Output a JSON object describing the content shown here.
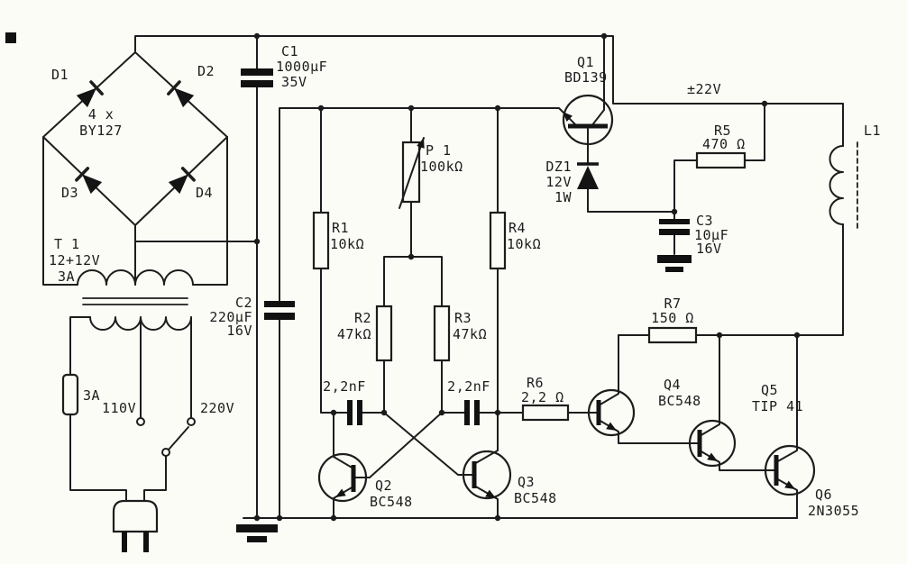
{
  "diagram": {
    "kind": "power-supply-multivibrator-schematic",
    "ink_color": "#1d1d1d",
    "paper_color": "#fcfcf7",
    "components": {
      "bridge": {
        "d1": "D1",
        "d2": "D2",
        "d3": "D3",
        "d4": "D4",
        "label_line1": "4 x",
        "label_line2": "BY127"
      },
      "c1": {
        "name": "C1",
        "value": "1000µF",
        "voltage": "35V"
      },
      "c2": {
        "name": "C2",
        "value": "220µF",
        "voltage": "16V"
      },
      "c3": {
        "name": "C3",
        "value": "10µF",
        "voltage": "16V"
      },
      "t1": {
        "name": "T 1",
        "secondary": "12+12V",
        "current": "3A"
      },
      "fuse": {
        "value": "3A"
      },
      "mains": {
        "v110": "110V",
        "v220": "220V"
      },
      "p1": {
        "name": "P 1",
        "value": "100kΩ"
      },
      "r1": {
        "name": "R1",
        "value": "10kΩ"
      },
      "r2": {
        "name": "R2",
        "value": "47kΩ"
      },
      "r3": {
        "name": "R3",
        "value": "47kΩ"
      },
      "r4": {
        "name": "R4",
        "value": "10kΩ"
      },
      "r5": {
        "name": "R5",
        "value": "470 Ω"
      },
      "r6": {
        "name": "R6",
        "value": "2,2 Ω"
      },
      "r7": {
        "name": "R7",
        "value": "150 Ω"
      },
      "c4": {
        "value": "2,2nF"
      },
      "c5": {
        "value": "2,2nF"
      },
      "q1": {
        "name": "Q1",
        "part": "BD139"
      },
      "q2": {
        "name": "Q2",
        "part": "BC548"
      },
      "q3": {
        "name": "Q3",
        "part": "BC548"
      },
      "q4": {
        "name": "Q4",
        "part": "BC548"
      },
      "q5": {
        "name": "Q5",
        "part": "TIP 41"
      },
      "q6": {
        "name": "Q6",
        "part": "2N3055"
      },
      "dz1": {
        "name": "DZ1",
        "voltage": "12V",
        "power": "1W"
      },
      "l1": {
        "name": "L1"
      },
      "rail": {
        "label": "±22V"
      }
    }
  }
}
